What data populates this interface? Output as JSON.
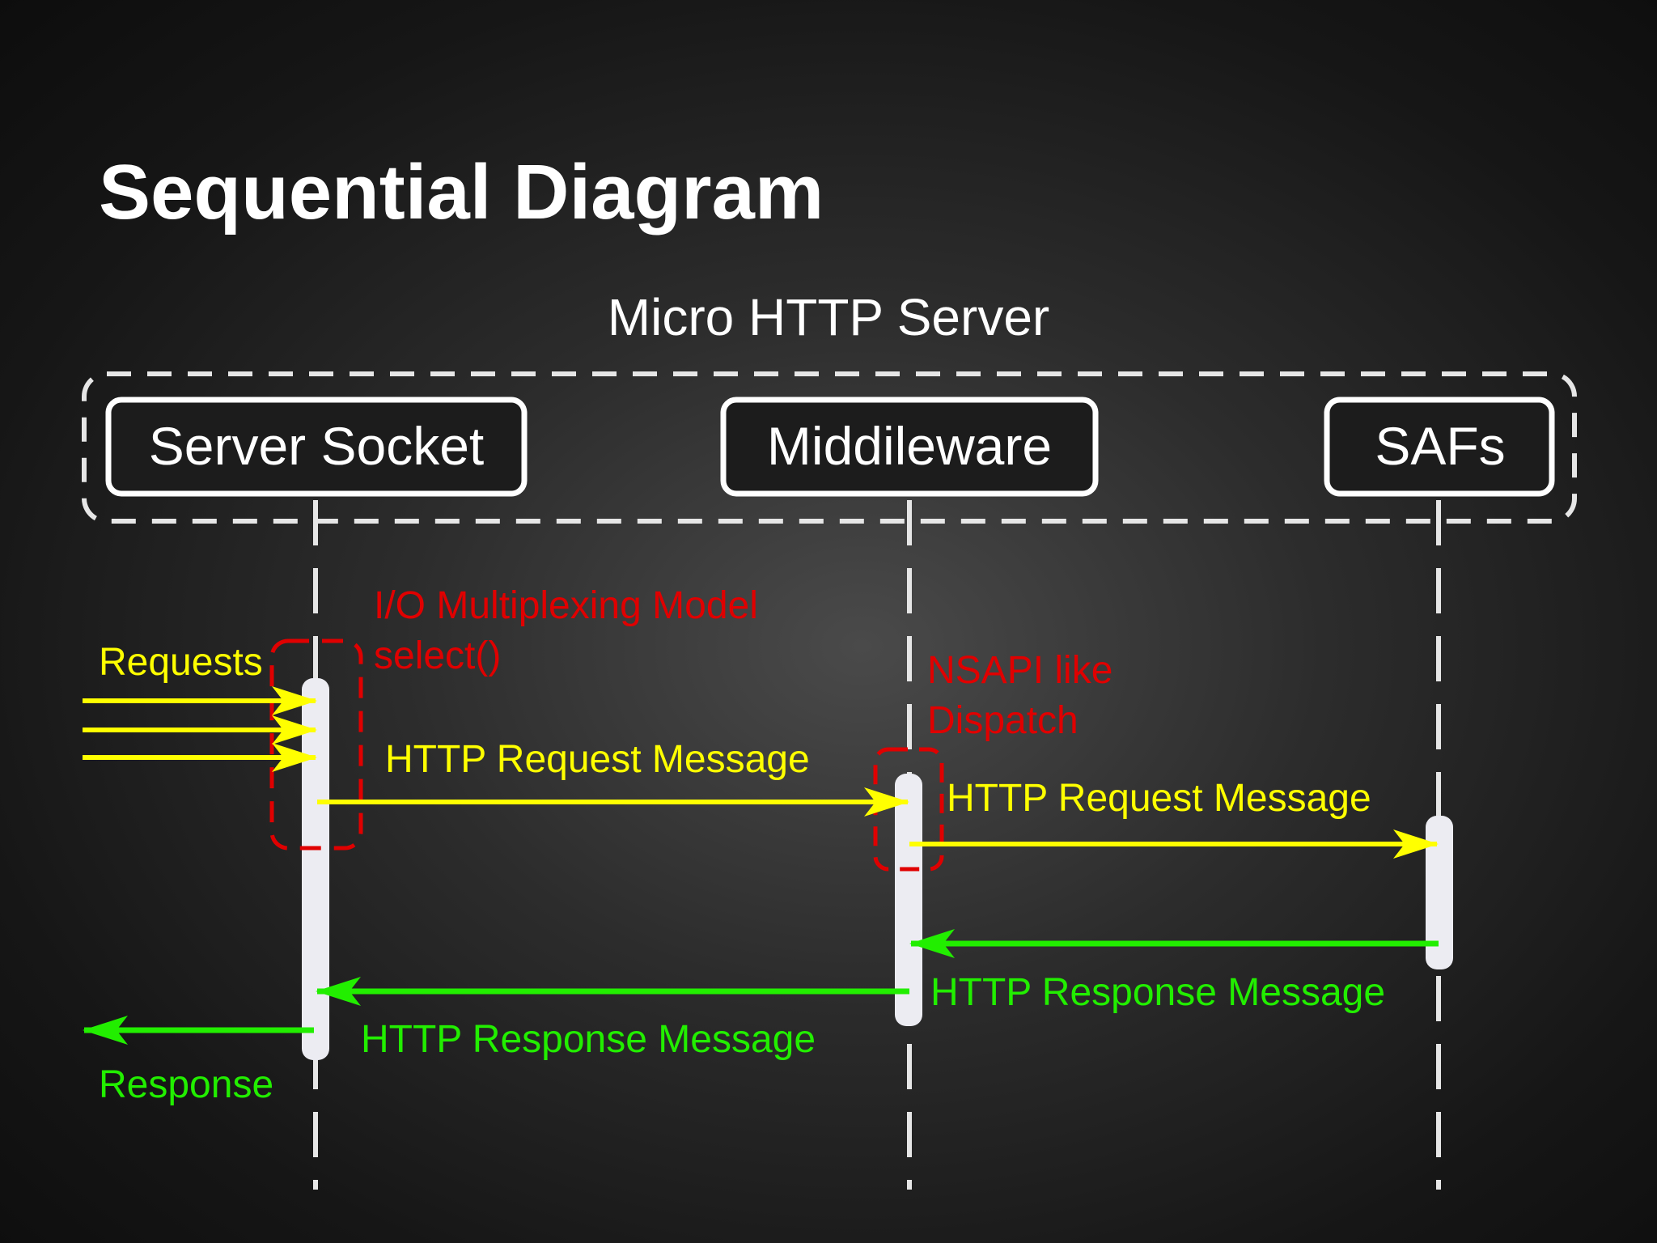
{
  "slide": {
    "title": "Sequential Diagram"
  },
  "diagram": {
    "group_label": "Micro HTTP Server",
    "participants": [
      {
        "id": "server-socket",
        "label": "Server Socket"
      },
      {
        "id": "middleware",
        "label": "Middileware"
      },
      {
        "id": "safs",
        "label": "SAFs"
      }
    ],
    "notes": {
      "io_model_line1": "I/O Multiplexing Model",
      "io_model_line2": "select()",
      "nsapi_line1": "NSAPI like",
      "nsapi_line2": "Dispatch"
    },
    "messages": {
      "requests": "Requests",
      "http_request_1": "HTTP Request Message",
      "http_request_2": "HTTP Request Message",
      "http_response_1": "HTTP Response Message",
      "http_response_2": "HTTP Response Message",
      "response": "Response"
    },
    "colors": {
      "background": "#1a1a1a",
      "foreground": "#ffffff",
      "request": "#ffff00",
      "response": "#22ee00",
      "annotation": "#e00000",
      "dash": "#e6e6e6"
    }
  }
}
